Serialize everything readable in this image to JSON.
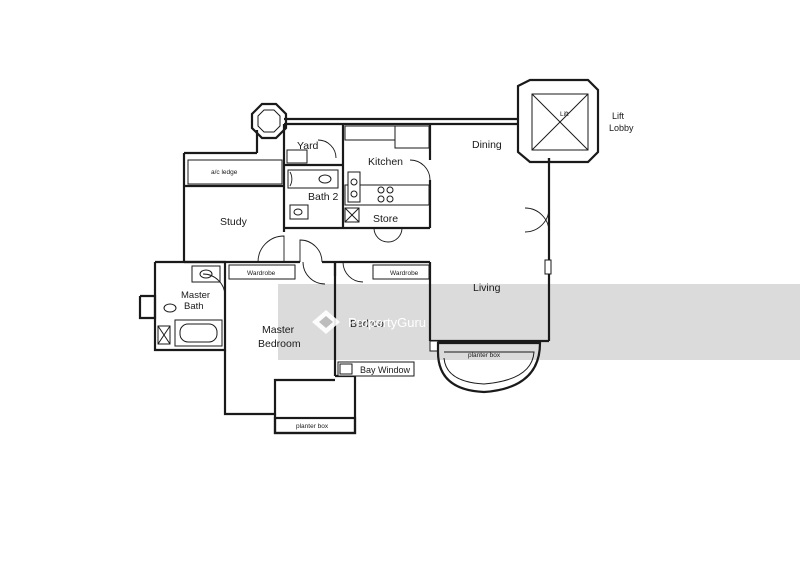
{
  "rooms": {
    "yard": "Yard",
    "kitchen": "Kitchen",
    "dining": "Dining",
    "lift": "Lift",
    "lift_lobby_1": "Lift",
    "lift_lobby_2": "Lobby",
    "ac_ledge": "a/c ledge",
    "bath2": "Bath 2",
    "study": "Study",
    "store": "Store",
    "wardrobe_master": "Wardrobe",
    "wardrobe_bed": "Wardrobe",
    "living": "Living",
    "master_bath_1": "Master",
    "master_bath_2": "Bath",
    "master_bed_1": "Master",
    "master_bed_2": "Bedroom",
    "bedroom_partial": "Bedroo",
    "bay_window": "Bay Window",
    "planter_right": "planter box",
    "planter_bottom": "planter box"
  },
  "watermark": {
    "brand": "PropertyGuru",
    "color": "#bdbdbd"
  }
}
